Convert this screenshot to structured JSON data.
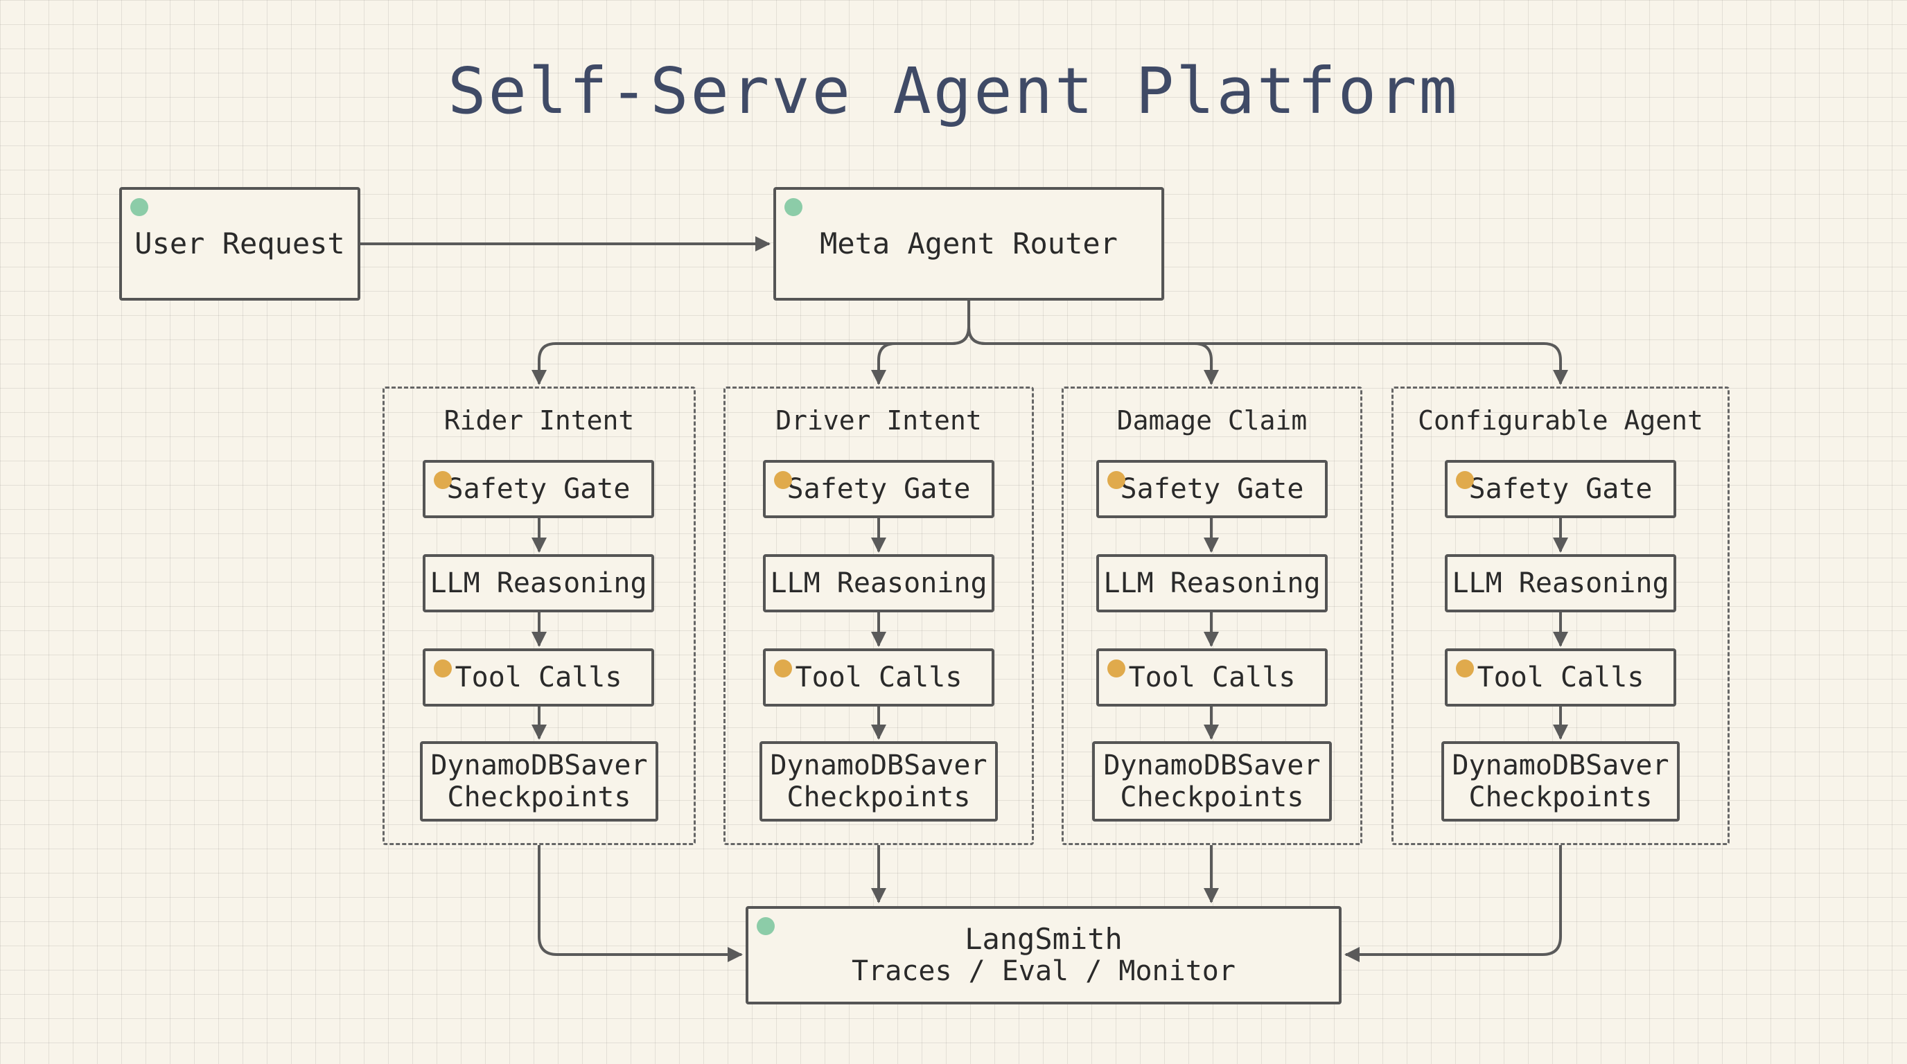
{
  "title": "Self-Serve Agent Platform",
  "colors": {
    "wire": "#5a5a5a",
    "status_green": "#8ccca8",
    "status_orange": "#e0aa4c",
    "title": "#3f4a66"
  },
  "nodes": {
    "user_request": "User Request",
    "meta_router": "Meta Agent Router",
    "langsmith": {
      "title": "LangSmith",
      "subtitle": "Traces / Eval / Monitor"
    }
  },
  "groups": [
    {
      "label": "Rider Intent",
      "safety_gate": "Safety Gate",
      "llm_reasoning": "LLM Reasoning",
      "tool_calls": "Tool Calls",
      "saver_line1": "DynamoDBSaver",
      "saver_line2": "Checkpoints"
    },
    {
      "label": "Driver Intent",
      "safety_gate": "Safety Gate",
      "llm_reasoning": "LLM Reasoning",
      "tool_calls": "Tool Calls",
      "saver_line1": "DynamoDBSaver",
      "saver_line2": "Checkpoints"
    },
    {
      "label": "Damage Claim",
      "safety_gate": "Safety Gate",
      "llm_reasoning": "LLM Reasoning",
      "tool_calls": "Tool Calls",
      "saver_line1": "DynamoDBSaver",
      "saver_line2": "Checkpoints"
    },
    {
      "label": "Configurable Agent",
      "safety_gate": "Safety Gate",
      "llm_reasoning": "LLM Reasoning",
      "tool_calls": "Tool Calls",
      "saver_line1": "DynamoDBSaver",
      "saver_line2": "Checkpoints"
    }
  ]
}
